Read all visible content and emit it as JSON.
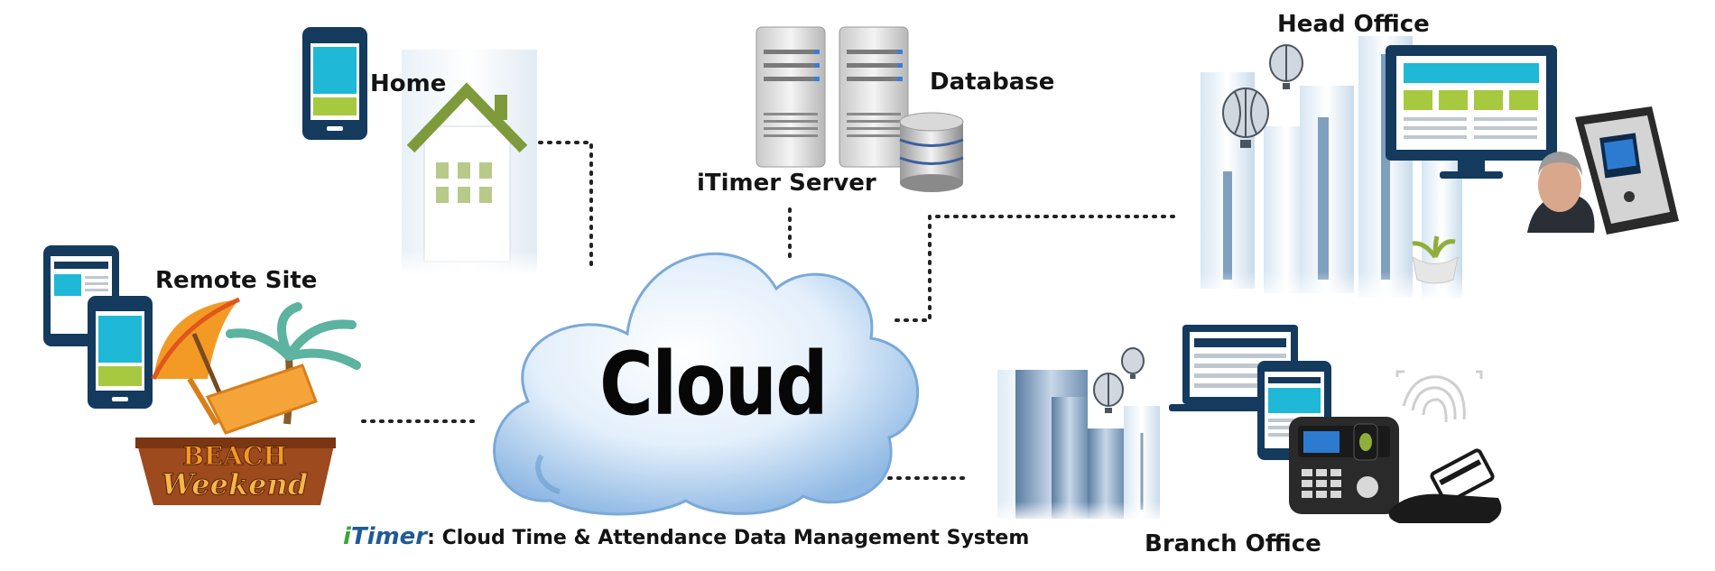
{
  "diagram": {
    "center_label": "Cloud",
    "nodes": {
      "home": "Home",
      "database": "Database",
      "server": "iTimer Server",
      "head_office": "Head Office",
      "remote_site": "Remote Site",
      "branch_office": "Branch Office"
    },
    "beach_sign": {
      "line1": "BEACH",
      "line2": "Weekend"
    },
    "caption": {
      "brand_i": "i",
      "brand_rest": "Timer",
      "text": ": Cloud Time & Attendance Data Management System"
    }
  },
  "colors": {
    "device_navy": "#143a5e",
    "screen_cyan": "#1fb8d6",
    "screen_green": "#a6c940",
    "cloud_blue": "#8fb9e4",
    "connector": "#222222"
  },
  "icons": [
    "phone-icon",
    "tablet-icon",
    "server-icon",
    "database-icon",
    "monitor-icon",
    "laptop-icon",
    "fingerprint-icon",
    "card-reader-icon",
    "beach-umbrella-icon",
    "palm-tree-icon",
    "building-icon",
    "balloon-icon"
  ]
}
